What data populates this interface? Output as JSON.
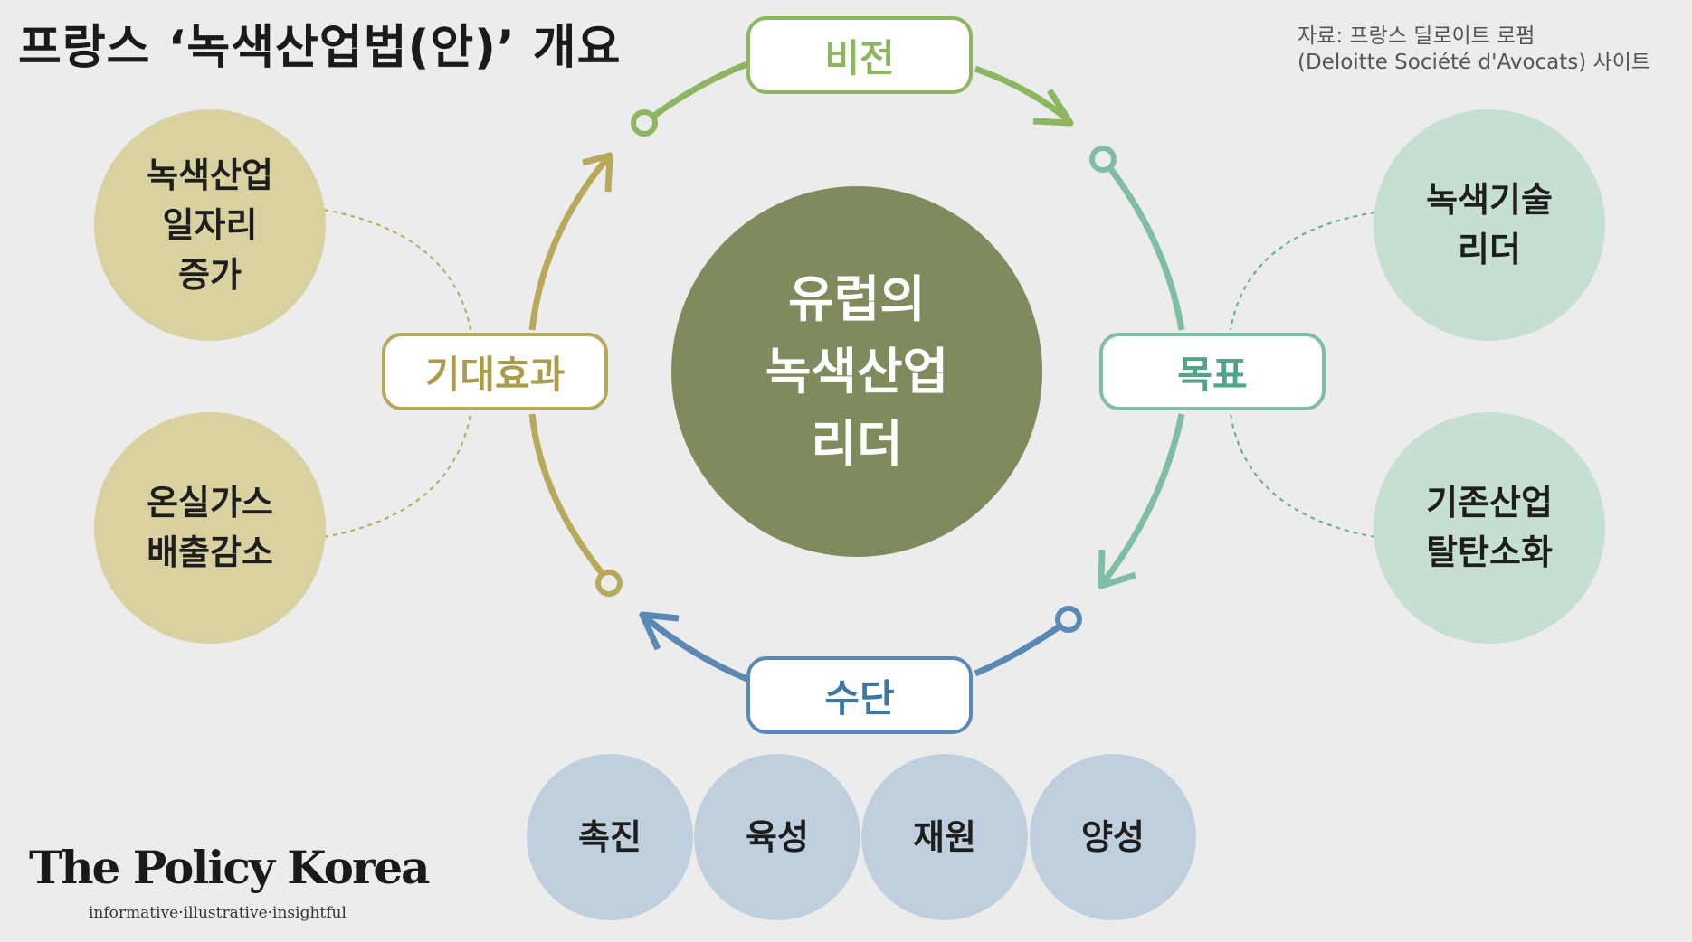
{
  "title": "프랑스 ‘녹색산업법(안)’ 개요",
  "source": {
    "line1": "자료: 프랑스 딜로이트 로펌",
    "line2": "(Deloitte Société d'Avocats) 사이트"
  },
  "center": {
    "lines": [
      "유럽의",
      "녹색산업",
      "리더"
    ]
  },
  "cycle": {
    "vision": "비전",
    "goal": "목표",
    "means": "수단",
    "effect": "기대효과"
  },
  "effects": [
    {
      "lines": [
        "녹색산업",
        "일자리",
        "증가"
      ]
    },
    {
      "lines": [
        "온실가스",
        "배출감소"
      ]
    }
  ],
  "goals": [
    {
      "lines": [
        "녹색기술",
        "리더"
      ]
    },
    {
      "lines": [
        "기존산업",
        "탈탄소화"
      ]
    }
  ],
  "means": [
    "촉진",
    "육성",
    "재원",
    "양성"
  ],
  "logo": {
    "name": "The Policy Korea",
    "tagline": "informative·illustrative·insightful"
  },
  "colors": {
    "background": "#ececec",
    "vision": "#8db661",
    "goal": "#7fbea3",
    "means": "#5a8ab4",
    "effect": "#b8a95a",
    "center": "#7f8a5d",
    "effect_circle": "#d9d19f",
    "goal_circle": "#c5e0d1",
    "means_circle": "#c0cfdd"
  }
}
